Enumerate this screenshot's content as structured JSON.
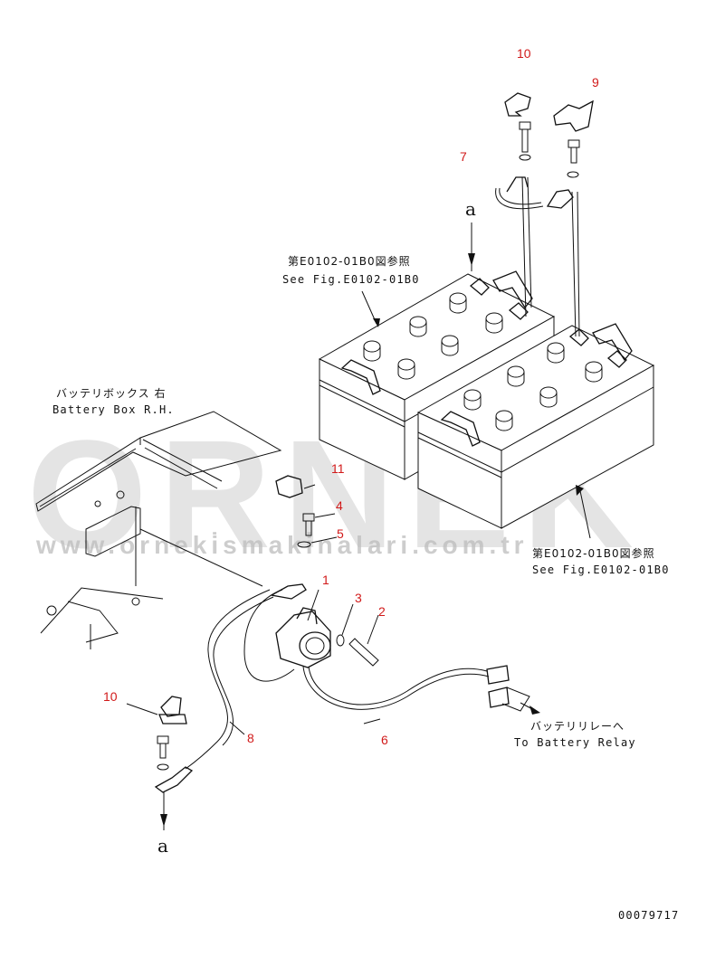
{
  "watermark": {
    "brand": "ORNEK",
    "url": "www.orneki̇smaki̇nalari.com.tr"
  },
  "callouts": [
    "10",
    "9",
    "7",
    "11",
    "4",
    "5",
    "1",
    "3",
    "2",
    "10",
    "8",
    "6"
  ],
  "reference_letter": "a",
  "labels": {
    "battery_ref_top_jp": "第E0102-01B0図参照",
    "battery_ref_top_en": "See Fig.E0102-01B0",
    "battery_box_jp": "バッテリボックス 右",
    "battery_box_en": "Battery Box R.H.",
    "battery_ref_bottom_jp": "第E0102-01B0図参照",
    "battery_ref_bottom_en": "See Fig.E0102-01B0",
    "relay_jp": "バッテリリレーへ",
    "relay_en": "To Battery Relay"
  },
  "drawing_number": "00079717"
}
